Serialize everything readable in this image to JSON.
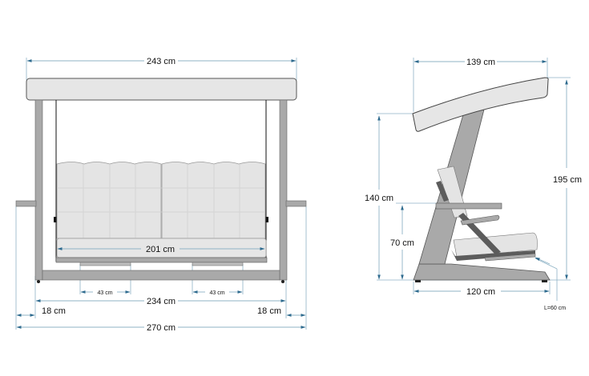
{
  "colors": {
    "dimension_line": "#8fb3c6",
    "arrow": "#2d6a8e",
    "canopy_fill": "#e6e6e6",
    "frame_fill": "#a9a9a9",
    "frame_dark": "#5c5c5c",
    "cushion_fill": "#e4e4e4",
    "outline": "#444444"
  },
  "front_view": {
    "canopy_width": "243 cm",
    "seat_width": "201 cm",
    "left_table": "43 cm",
    "right_table": "43 cm",
    "inner_frame_width": "234 cm",
    "left_armrest_overhang": "18 cm",
    "right_armrest_overhang": "18 cm",
    "total_width": "270 cm"
  },
  "side_view": {
    "canopy_depth": "139 cm",
    "total_height": "195 cm",
    "canopy_front_height": "140 cm",
    "armrest_height": "70 cm",
    "base_depth": "120 cm",
    "footrest_length": "L=60 cm"
  }
}
